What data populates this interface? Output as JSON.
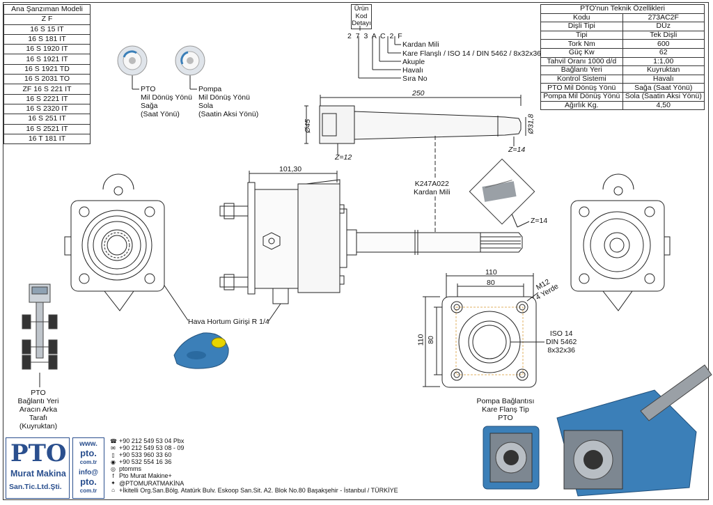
{
  "models": {
    "header": "Ana Şanzıman Modeli",
    "items": [
      "Z F",
      "16 S 15 IT",
      "16 S 181 IT",
      "16 S 1920 IT",
      "16 S 1921 IT",
      "16 S 1921 TD",
      "16 S 2031 TO",
      "ZF 16 S 221 IT",
      "16 S 2221 IT",
      "16 S 2320 IT",
      "16 S 251 IT",
      "16 S 2521 IT",
      "16 T 181 IT"
    ]
  },
  "spec": {
    "title": "PTO'nun Teknik Özellikleri",
    "rows": [
      {
        "k": "Kodu",
        "v": "273AC2F"
      },
      {
        "k": "Dişli Tipi",
        "v": "DÜz"
      },
      {
        "k": "Tipi",
        "v": "Tek Dişli"
      },
      {
        "k": "Tork Nm",
        "v": "600"
      },
      {
        "k": "Güç Kw",
        "v": "62"
      },
      {
        "k": "Tahvil Oranı 1000 d/d",
        "v": "1:1,00"
      },
      {
        "k": "Bağlantı Yeri",
        "v": "Kuyruktan"
      },
      {
        "k": "Kontrol Sistemi",
        "v": "Havalı"
      },
      {
        "k": "PTO Mil Dönüş Yönü",
        "v": "Sağa (Saat Yönü)"
      },
      {
        "k": "Pompa Mil Dönüş Yönü",
        "v": "Sola (Saatin Aksi Yönü)"
      },
      {
        "k": "Ağırlık Kg.",
        "v": "4,50"
      }
    ]
  },
  "code": {
    "box": [
      "Ürün",
      "Kod",
      "Detayı"
    ],
    "digits": "2 7 3 A C 2 F",
    "legend": [
      "Kardan Mili",
      "Kare Flanşlı / ISO 14 / DIN 5462 / 8x32x36",
      "Akuple",
      "Havalı",
      "Sıra No"
    ]
  },
  "rotation": {
    "pto": [
      "PTO",
      "Mil Dönüş Yönü",
      "Sağa",
      "(Saat Yönü)"
    ],
    "pump": [
      "Pompa",
      "Mil Dönüş Yönü",
      "Sola",
      "(Saatin Aksi Yönü)"
    ]
  },
  "dims": {
    "len250": "250",
    "d45": "Ø45",
    "d31": "Ø31,8",
    "z12": "Z=12",
    "z14a": "Z=14",
    "z14b": "Z=14",
    "w101": "101,30",
    "shaft_code": "K247A022",
    "shaft_name": "Kardan Mili",
    "air": "Hava Hortum Girişi R 1/4",
    "f110h": "110",
    "f80h": "80",
    "f110v": "110",
    "f80v": "80",
    "m12": [
      "M12",
      "4 Yerde"
    ],
    "iso": [
      "ISO 14",
      "DIN 5462",
      "8x32x36"
    ]
  },
  "conn": {
    "left": [
      "PTO",
      "Bağlantı Yeri",
      "Aracın Arka Tarafı",
      "(Kuyruktan)"
    ],
    "pump": [
      "Pompa Bağlantısı",
      "Kare Flanş Tip",
      "PTO"
    ]
  },
  "company": {
    "logo_top": "PTO",
    "logo_mid": "Murat Makina",
    "logo_bot": "San.Tic.Ltd.Şti.",
    "web": [
      "www.",
      "pto.",
      "com.tr",
      "info@",
      "pto.",
      "com.tr"
    ],
    "contacts": [
      {
        "icon": "phone-icon",
        "text": "+90 212 549 53 04  Pbx"
      },
      {
        "icon": "fax-icon",
        "text": "+90 212 549 53 08 - 09"
      },
      {
        "icon": "mobile-icon",
        "text": "+90 533 960 33 60"
      },
      {
        "icon": "whatsapp-icon",
        "text": "+90 532 554 16 36"
      },
      {
        "icon": "instagram-icon",
        "text": "ptomms"
      },
      {
        "icon": "facebook-icon",
        "text": "Pto Murat Makine+"
      },
      {
        "icon": "twitter-icon",
        "text": "@PTOMURATMAKİNA"
      },
      {
        "icon": "location-icon",
        "text": "+İkitelli Org.San.Bölg. Atatürk Bulv. Eskoop San.Sit. A2. Blok No.80 Başakşehir - İstanbul / TÜRKİYE"
      }
    ]
  },
  "colors": {
    "brand_blue": "#2a4f8e",
    "pto_blue": "#3b7fb8",
    "yellow": "#e8d400"
  }
}
